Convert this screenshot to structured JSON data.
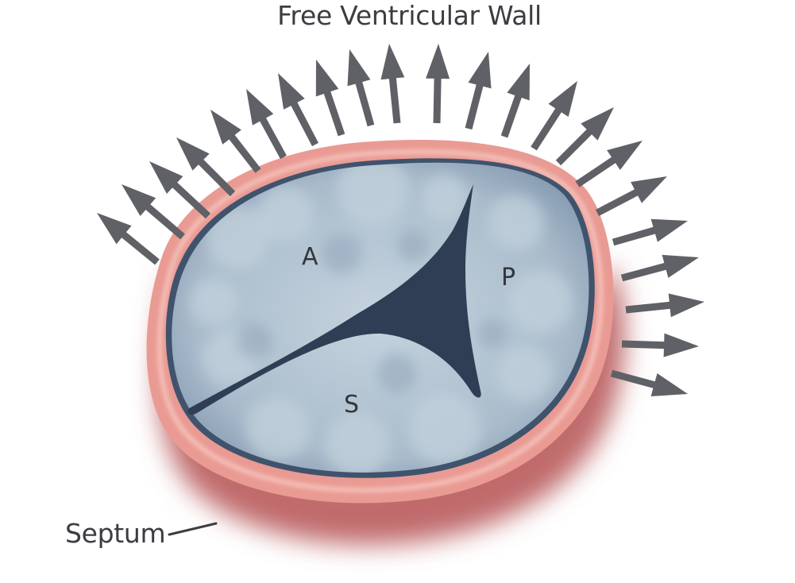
{
  "figure": {
    "title": "Free Ventricular Wall",
    "labels": {
      "anterior": "A",
      "posterior": "P",
      "septal": "S",
      "septum": "Septum"
    },
    "arrow_count": 22,
    "colors": {
      "arrow": "#5f6166",
      "text": "#3b3d42",
      "myocardium": "#c06b6c",
      "annulus_ring": "#e99a93",
      "annulus_highlight": "#f6c8c0",
      "leaflet_light": "#c3d1dd",
      "leaflet_mid": "#8ea2b8",
      "leaflet_edge": "#3f536d",
      "coaptation_gap": "#2f3e54"
    }
  }
}
